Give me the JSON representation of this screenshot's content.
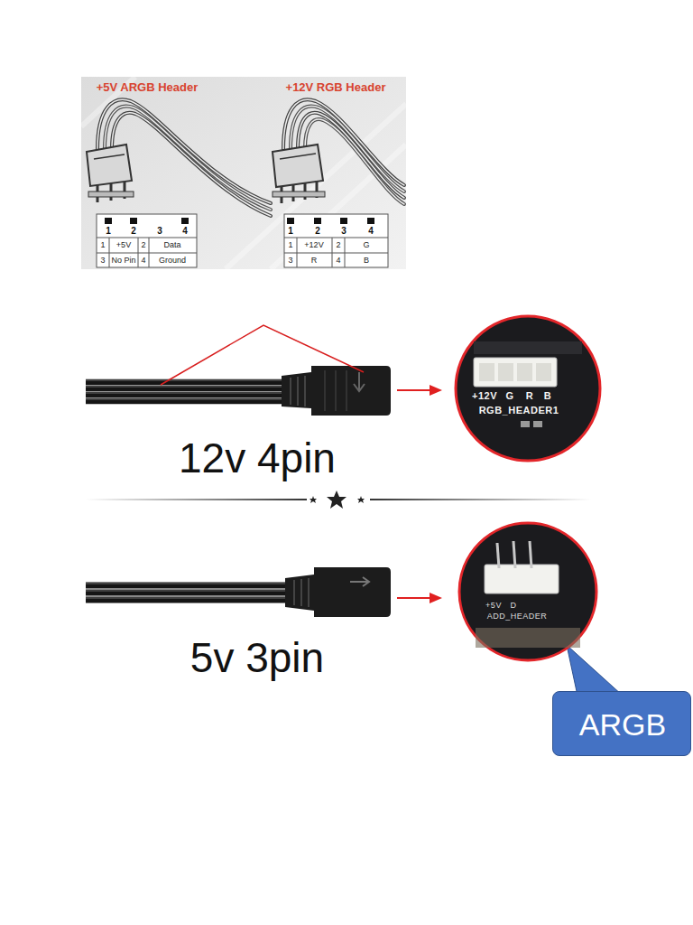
{
  "diagram": {
    "nodes": [
      {
        "text": [
          "+12V",
          "G",
          "R",
          "B",
          "RGB_HEADER1"
        ]
      },
      {
        "text": [
          "+5V",
          "D",
          "ADD_HEADER"
        ]
      },
      {
        "text": [
          "ARGB"
        ]
      }
    ],
    "labels": [
      "+5V ARGB Header",
      "+12V RGB Header",
      "1",
      "2",
      "3",
      "4",
      "1",
      "+5V",
      "2",
      "Data",
      "3",
      "No Pin",
      "4",
      "Ground",
      "1",
      "2",
      "3",
      "4",
      "1",
      "+12V",
      "2",
      "G",
      "3",
      "R",
      "4",
      "B",
      "12v 4pin",
      "5v 3pin"
    ]
  }
}
